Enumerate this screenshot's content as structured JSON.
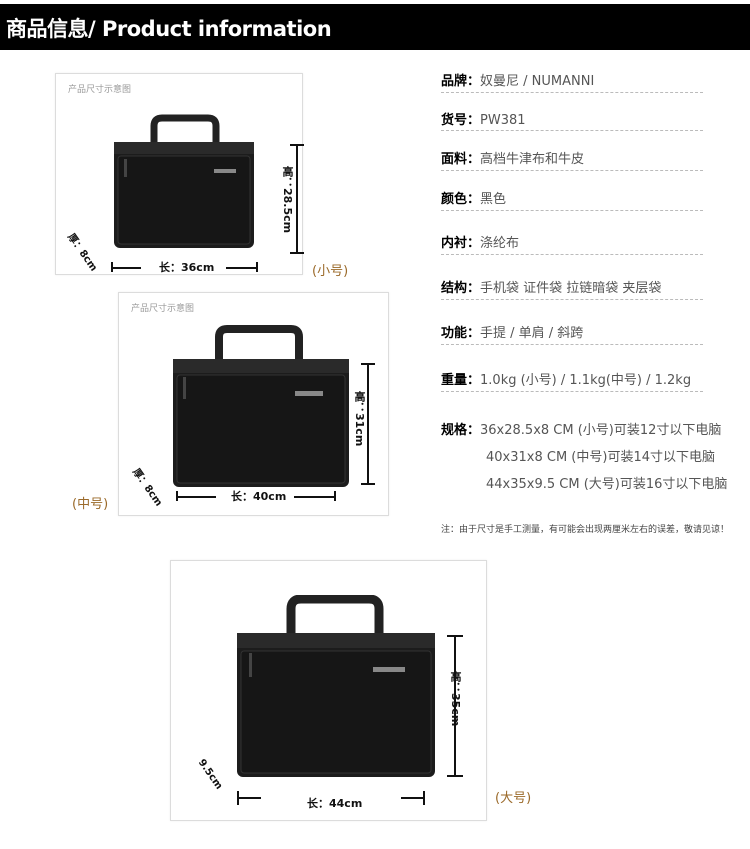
{
  "header": {
    "title": "商品信息/ Product information"
  },
  "cards": [
    {
      "caption": "产品尺寸示意图",
      "length": "长：36cm",
      "height": "高：28.5cm",
      "depth": "厚：8cm",
      "size_label": "(小号)"
    },
    {
      "caption": "产品尺寸示意图",
      "length": "长：40cm",
      "height": "高：31cm",
      "depth": "厚：8cm",
      "size_label": "(中号)"
    },
    {
      "length": "长：44cm",
      "height": "高：35cm",
      "depth": "9.5cm",
      "size_label": "(大号)"
    }
  ],
  "specs": [
    {
      "label": "品牌：",
      "value": "奴曼尼 / NUMANNI"
    },
    {
      "label": "货号：",
      "value": "PW381"
    },
    {
      "label": "面料：",
      "value": "高档牛津布和牛皮"
    },
    {
      "label": "颜色：",
      "value": "黑色"
    },
    {
      "label": "内衬：",
      "value": "涤纶布"
    },
    {
      "label": "结构：",
      "value": "手机袋 证件袋 拉链暗袋 夹层袋"
    },
    {
      "label": "功能：",
      "value": "手提 / 单肩 / 斜跨"
    },
    {
      "label": "重量：",
      "value": "1.0kg (小号) / 1.1kg(中号) / 1.2kg"
    },
    {
      "label": "规格：",
      "value": "36x28.5x8 CM (小号)可装12寸以下电脑"
    }
  ],
  "spec_extra": [
    "40x31x8 CM  (中号)可装14寸以下电脑",
    "44x35x9.5 CM (大号)可装16寸以下电脑"
  ],
  "note": "注：由于尺寸是手工测量，有可能会出现两厘米左右的误差，敬请见谅！",
  "colors": {
    "header_bg": "#000000",
    "bag": "#1c1c1c",
    "size_label": "#9b6a2a"
  },
  "icons": [
    "briefcase-icon"
  ]
}
